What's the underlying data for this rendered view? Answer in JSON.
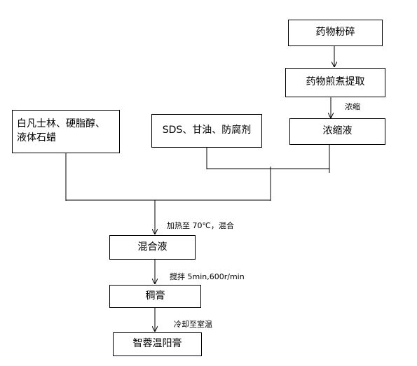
{
  "nodes": {
    "grind": "药物粉碎",
    "decoct": "药物煎煮提取",
    "concentrate": "浓缩液",
    "additives": "SDS、甘油、防腐剂",
    "oil_phase_line1": "白凡士林、硬脂醇、",
    "oil_phase_line2": "液体石蜡",
    "mixture": "混合液",
    "thick_paste": "稠膏",
    "product": "智蓉温阳膏"
  },
  "edge_labels": {
    "concentrate_step": "浓缩",
    "heat_mix": "加热至 70℃，混合",
    "stir": "搅拌 5min,600r/min",
    "cool": "冷却至室温"
  }
}
